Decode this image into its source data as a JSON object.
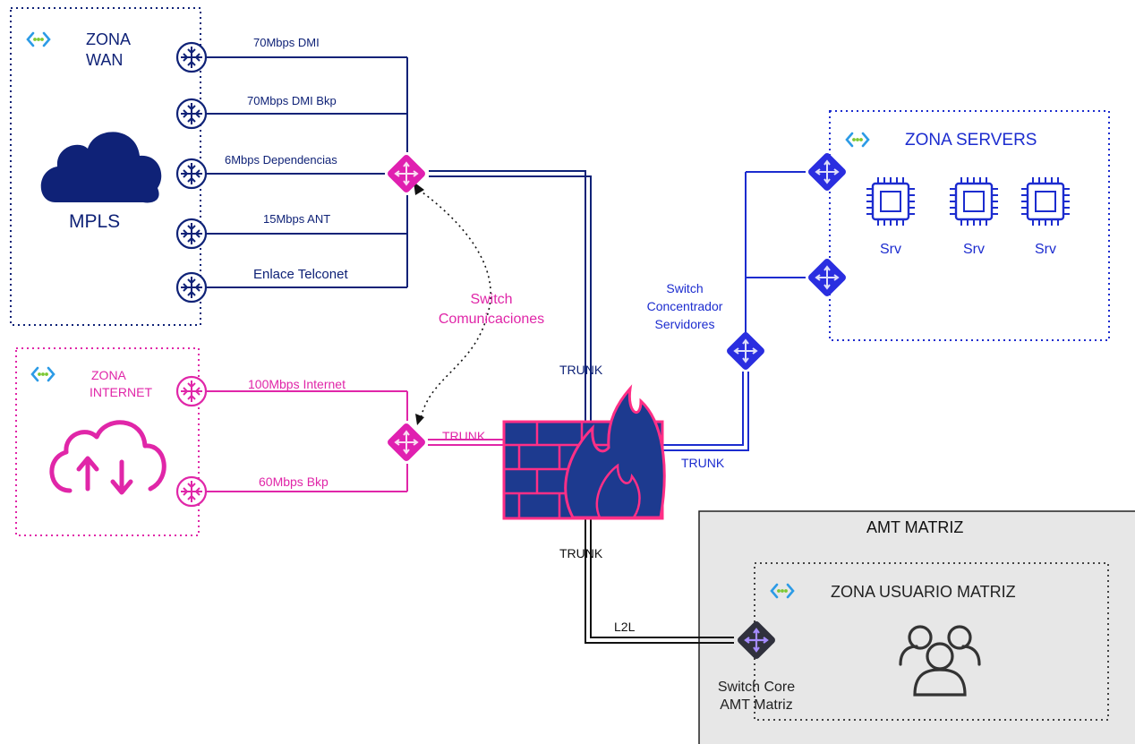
{
  "colors": {
    "wan": "#0f2277",
    "internet": "#e026a8",
    "servers": "#1c2ccf",
    "firewall_fill": "#1d3a8f",
    "firewall_stroke": "#ff2f86",
    "amt_bg": "#e7e7e7",
    "core_switch": "#30313d",
    "core_arrows": "#a58cff"
  },
  "icons": {
    "zone": "azure-vnet-icon",
    "cloud": "cloud-icon",
    "cloud_updown": "cloud-upload-download-icon",
    "router": "router-icon",
    "switch": "switch-icon",
    "firewall": "firewall-icon",
    "cpu": "cpu-chip-icon",
    "users": "users-group-icon"
  },
  "zones": {
    "wan": {
      "title_line1": "ZONA",
      "title_line2": "WAN",
      "cloud_label": "MPLS"
    },
    "internet": {
      "title_line1": "ZONA",
      "title_line2": "INTERNET"
    },
    "servers": {
      "title": "ZONA SERVERS",
      "servers": [
        "Srv",
        "Srv",
        "Srv"
      ]
    },
    "amt": {
      "title": "AMT MATRIZ",
      "zone_title": "ZONA USUARIO MATRIZ"
    }
  },
  "links": {
    "wan": [
      "70Mbps DMI",
      "70Mbps DMI Bkp",
      "6Mbps Dependencias",
      "15Mbps ANT",
      "Enlace Telconet"
    ],
    "internet": [
      "100Mbps Internet",
      "60Mbps Bkp"
    ]
  },
  "labels": {
    "switch_comms_line1": "Switch",
    "switch_comms_line2": "Comunicaciones",
    "switch_servers_line1": "Switch",
    "switch_servers_line2": "Concentrador",
    "switch_servers_line3": "Servidores",
    "switch_core_line1": "Switch Core",
    "switch_core_line2": "AMT Matriz",
    "trunk_wan": "TRUNK",
    "trunk_internet": "TRUNK",
    "trunk_servers": "TRUNK",
    "trunk_core": "TRUNK",
    "l2l": "L2L"
  }
}
